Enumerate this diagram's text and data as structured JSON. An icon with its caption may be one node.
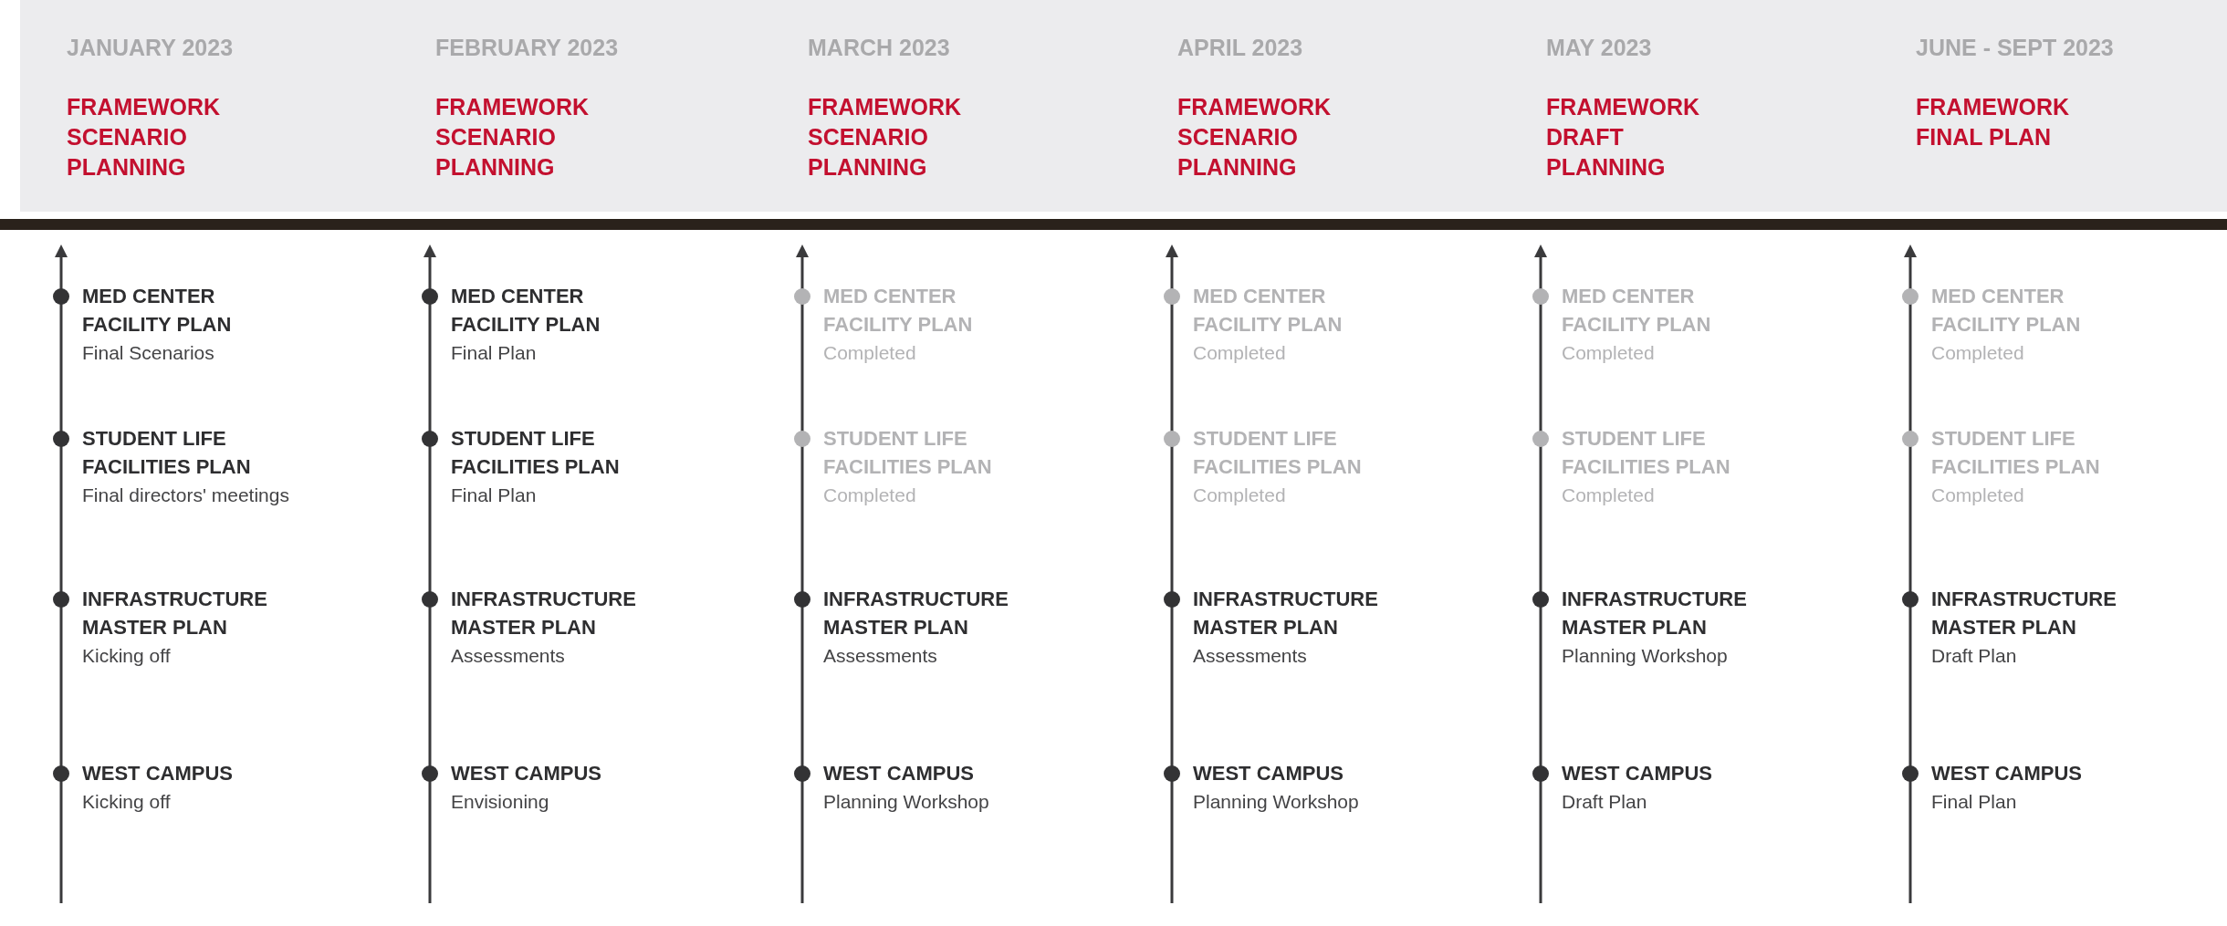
{
  "diagram": {
    "nodes": [
      {
        "text": [],
        "shape": "band"
      },
      {
        "text": [
          "JANUARY 2023",
          "FRAMEWORK SCENARIO PLANNING"
        ],
        "in": 0
      },
      {
        "text": [
          "FEBRUARY 2023",
          "FRAMEWORK SCENARIO PLANNING"
        ],
        "in": 0
      },
      {
        "text": [
          "MARCH 2023",
          "FRAMEWORK SCENARIO PLANNING"
        ],
        "in": 0
      },
      {
        "text": [
          "APRIL 2023",
          "FRAMEWORK SCENARIO PLANNING"
        ],
        "in": 0
      },
      {
        "text": [
          "MAY 2023",
          "FRAMEWORK DRAFT PLANNING"
        ],
        "in": 0
      },
      {
        "text": [
          "JUNE - SEPT 2023",
          "FRAMEWORK FINAL PLAN"
        ],
        "in": 0
      },
      {
        "text": [
          "MED CENTER FACILITY PLAN",
          "Final Scenarios"
        ]
      },
      {
        "text": [
          "STUDENT LIFE FACILITIES PLAN",
          "Final directors' meetings"
        ]
      },
      {
        "text": [
          "INFRASTRUCTURE MASTER PLAN",
          "Kicking off"
        ]
      },
      {
        "text": [
          "WEST CAMPUS",
          "Kicking off"
        ]
      },
      {
        "text": [
          "MED CENTER FACILITY PLAN",
          "Final Plan"
        ]
      },
      {
        "text": [
          "STUDENT LIFE FACILITIES PLAN",
          "Final Plan"
        ]
      },
      {
        "text": [
          "INFRASTRUCTURE MASTER PLAN",
          "Assessments"
        ]
      },
      {
        "text": [
          "WEST CAMPUS",
          "Envisioning"
        ]
      },
      {
        "text": [
          "MED CENTER FACILITY PLAN",
          "Completed"
        ]
      },
      {
        "text": [
          "STUDENT LIFE FACILITIES PLAN",
          "Completed"
        ]
      },
      {
        "text": [
          "INFRASTRUCTURE MASTER PLAN",
          "Assessments"
        ]
      },
      {
        "text": [
          "WEST CAMPUS",
          "Planning Workshop"
        ]
      },
      {
        "text": [
          "MED CENTER FACILITY PLAN",
          "Completed"
        ]
      },
      {
        "text": [
          "STUDENT LIFE FACILITIES PLAN",
          "Completed"
        ]
      },
      {
        "text": [
          "INFRASTRUCTURE MASTER PLAN",
          "Assessments"
        ]
      },
      {
        "text": [
          "WEST CAMPUS",
          "Planning Workshop"
        ]
      },
      {
        "text": [
          "MED CENTER FACILITY PLAN",
          "Completed"
        ]
      },
      {
        "text": [
          "STUDENT LIFE FACILITIES PLAN",
          "Completed"
        ]
      },
      {
        "text": [
          "INFRASTRUCTURE MASTER PLAN",
          "Planning Workshop"
        ]
      },
      {
        "text": [
          "WEST CAMPUS",
          "Draft Plan"
        ]
      },
      {
        "text": [
          "MED CENTER FACILITY PLAN",
          "Completed"
        ]
      },
      {
        "text": [
          "STUDENT LIFE FACILITIES PLAN",
          "Completed"
        ]
      },
      {
        "text": [
          "INFRASTRUCTURE MASTER PLAN",
          "Draft Plan"
        ]
      },
      {
        "text": [
          "WEST CAMPUS",
          "Final Plan"
        ]
      }
    ]
  }
}
